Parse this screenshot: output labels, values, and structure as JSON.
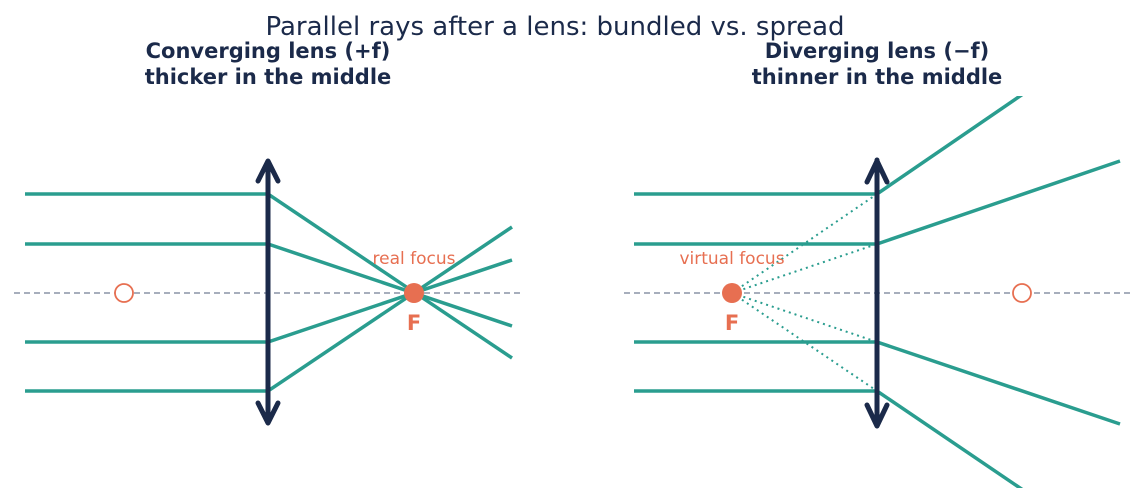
{
  "title": "Parallel rays after a lens: bundled vs. spread",
  "colors": {
    "ray": "#2a9d8f",
    "lens": "#1b2a4a",
    "focus": "#e76f51",
    "axis": "#8a93a6",
    "text": "#1b2a4a"
  },
  "panels": [
    {
      "title_line1": "Converging lens (+f)",
      "title_line2": "thicker in the middle",
      "focus_note": "real focus",
      "focus_label": "F"
    },
    {
      "title_line1": "Diverging lens (−f)",
      "title_line2": "thinner in the middle",
      "focus_note": "virtual focus",
      "focus_label": "F"
    }
  ]
}
